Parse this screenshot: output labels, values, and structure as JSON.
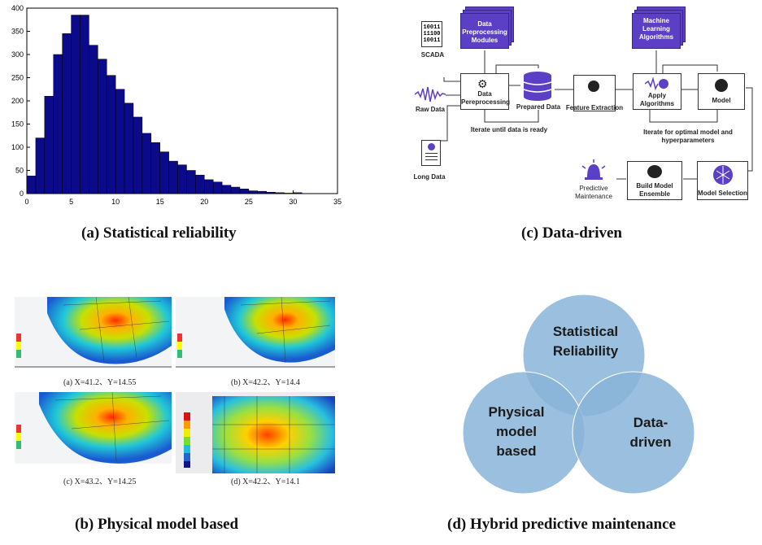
{
  "panels": {
    "a": {
      "caption": "(a) Statistical reliability"
    },
    "b": {
      "caption": "(b) Physical model based"
    },
    "c": {
      "caption": "(c) Data-driven"
    },
    "d": {
      "caption": "(d) Hybrid predictive maintenance"
    }
  },
  "chart_data": {
    "type": "bar",
    "title": "",
    "xlabel": "",
    "ylabel": "",
    "xlim": [
      0,
      35
    ],
    "ylim": [
      0,
      400
    ],
    "xticks": [
      "0",
      "5",
      "10",
      "15",
      "20",
      "25",
      "30",
      "35"
    ],
    "yticks": [
      "0",
      "50",
      "100",
      "150",
      "200",
      "250",
      "300",
      "350",
      "400"
    ],
    "bar_color": "#0a0a8a",
    "bin_width": 1,
    "bins_start": [
      0,
      1,
      2,
      3,
      4,
      5,
      6,
      7,
      8,
      9,
      10,
      11,
      12,
      13,
      14,
      15,
      16,
      17,
      18,
      19,
      20,
      21,
      22,
      23,
      24,
      25,
      26,
      27,
      28,
      29,
      30
    ],
    "values": [
      38,
      120,
      210,
      300,
      345,
      385,
      385,
      320,
      290,
      255,
      225,
      195,
      165,
      130,
      110,
      90,
      70,
      62,
      50,
      40,
      30,
      25,
      18,
      14,
      10,
      6,
      5,
      3,
      2,
      1,
      2
    ]
  },
  "fe_captions": {
    "a": "(a)  X=41.2、Y=14.55",
    "b": "(b)  X=42.2、Y=14.4",
    "c": "(c)  X=43.2、Y=14.25",
    "d": "(d)  X=42.2、Y=14.1"
  },
  "flow": {
    "scada": "SCADA",
    "scada_bits": "10011\n11100\n10011",
    "raw_data": "Raw Data",
    "long_data": "Long Data",
    "preproc_modules": "Data\nPreprocessing\nModules",
    "data_preprocessing": "Data\nPereprocessing",
    "prepared_data": "Prepared Data",
    "iterate_data": "Iterate until data is ready",
    "feature_extraction": "Feature Extraction",
    "ml_algorithms": "Machine\nLearning\nAlgorithms",
    "apply_algorithms": "Apply\nAlgorithms",
    "model": "Model",
    "iterate_model": "Iterate for optimal model and\nhyperparameters",
    "predictive_maintenance": "Predictive\nMaintenance",
    "build_ensemble": "Build Model\nEnsemble",
    "model_selection": "Model Selection"
  },
  "venn": {
    "top": "Statistical\nReliability",
    "left": "Physical\nmodel\nbased",
    "right": "Data-\ndriven",
    "fill": "#8ab4d8"
  }
}
